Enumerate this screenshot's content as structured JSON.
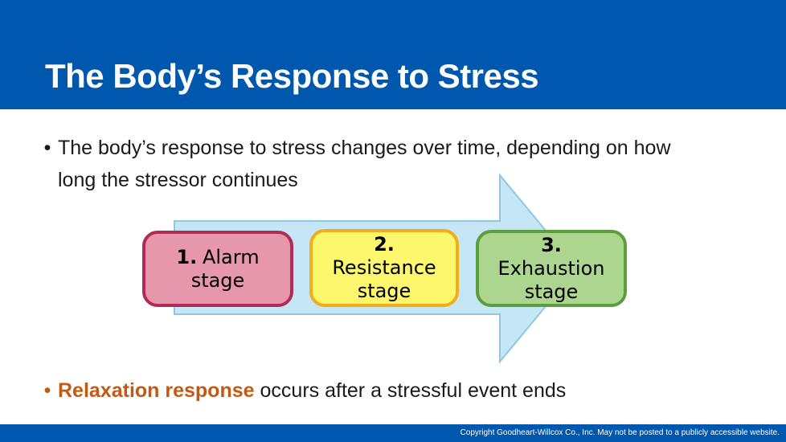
{
  "slide": {
    "title": "The Body’s Response to Stress",
    "bullet_marker": "•",
    "colors": {
      "band_blue": "#0057ae",
      "accent_orange": "#c45911",
      "arrow_fill": "#c5e6f5",
      "arrow_border": "#8ec8e3",
      "alarm_fill": "#e797ac",
      "alarm_border": "#b12c55",
      "resistance_fill": "#fcf76d",
      "resistance_border": "#f2ae16",
      "exhaustion_fill": "#acd58f",
      "exhaustion_border": "#5c9d3e"
    },
    "bullets": [
      {
        "line1": "The body’s response to stress changes over time, depending on how",
        "line2": "long the stressor continues"
      },
      {
        "lead": "Relaxation response",
        "rest": "occurs after a stressful event ends"
      }
    ],
    "diagram": {
      "stages": [
        {
          "num": "1.",
          "line1": "Alarm",
          "line2": "stage"
        },
        {
          "num": "2.",
          "line1": "Resistance",
          "line2": "stage"
        },
        {
          "num": "3.",
          "line1": "Exhaustion",
          "line2": "stage"
        }
      ]
    },
    "footer": {
      "copyright": "Copyright Goodheart-Willcox Co., Inc.  May not be posted to a publicly accessible website."
    }
  }
}
